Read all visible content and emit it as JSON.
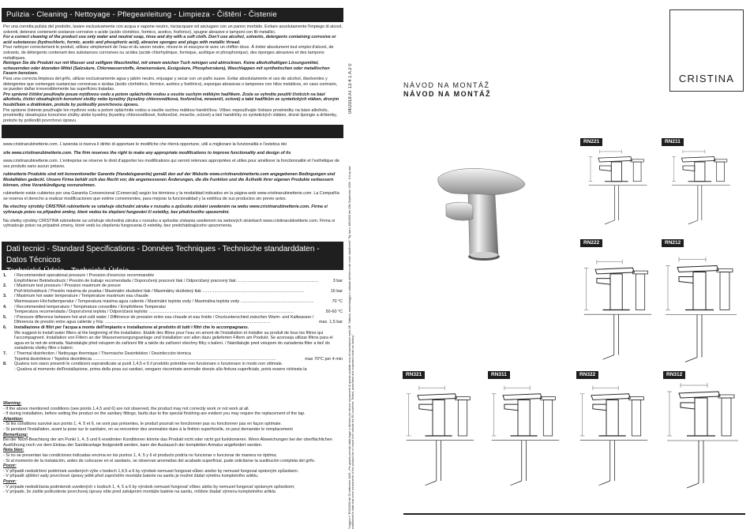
{
  "sections": {
    "cleaning_header": "Pulizia - Cleaning - Nettoyage - Pflegeanleitung - Limpieza - Čištění - Čistenie",
    "tech_header_line1": "Dati tecnici - Standard Specifications - Données Techniques - Technische standarddaten - Datos Técnicos",
    "tech_header_line2": "Technické Údaje - Technické Údaje"
  },
  "cleaning": [
    {
      "style": "n",
      "text": "Per una corretta pulizia del prodotto, lavare esclusivamente con acqua e sapone neutro, risciacquare ed asciugare con un panno morbido. Evitare assolutamente l'impiego di alcool, solventi, detersivi contenenti sostanze corrosive o acide (acido cloridrico, formico, acetico, fosforico), spugne abrasive e tamponi con fili metallici."
    },
    {
      "style": "bi",
      "text": "For a correct cleaning of the product use only water and neutral soap, rinse and dry with a soft cloth. Don't use alcohol, solvents, detergents containing corrosive or acid substances (hydrochloric, formic, acetic and phosphoric acid), abrasive sponges and plugs with metallic thread."
    },
    {
      "style": "n",
      "text": "Pour nettoyer correctement le produit, utilisez simplement de l'eau et du savon neutre, rincez-le et essuyez-le avec un chiffon doux. À éviter absolument tout emploi d'alcool, de solvants, de détergents contenant des substances corrosives ou acides (acide chlorhydrique, formique, acétique et phosphorique), des éponges abrasives et des tampons métalliques."
    },
    {
      "style": "bi",
      "text": "Reinigen Sie die Produkt nur mit Wasser und seifigem Waschmittel, mit einem weichen Tuch reinigen und abtrocknen. Keine alkoholhaltigen Lösungsmittel, scheuernden oder ätzenden Mittel (Salzsäure, Chlorwasserstoffe, Ameisensäure, Essigsäure, Phosphorsäure), Waschlappen mit synthetischen oder metallischen Fasern benutzen."
    },
    {
      "style": "n",
      "text": "Para una correcta limpieza del grifo, utilizar exclusivamente agua y jabón neutro, enjuagar y secar con un paño suave. Evitar absolutamente el uso de alcohol, disolventes y detergentes que contengan sustancias corrosivas o ácidas (ácido clorhídrico, fórmico, acético y fosfórico), esponjas abrasivas o tampones con hilos metálicos, en caso contrario, se pueden dañar irreversiblemente las superficies tratadas."
    },
    {
      "style": "bi",
      "text": "Pro správné čištění používejte pouze mýdlovou vodu a potom opláchněte vodou a osušte suchým měkkým hadříkem. Zcela se vyhněte použití čisticích na bázi alkoholu, čisticí obsahujících korozivní složky nebo kyseliny (kyseliny chlorovodíková, fosforečná, mravenčí, octové) a také hadříkům ze syntetických vláken, drsným houbičkám a drátěnkám, protože by poškodily povrchovou úpravu."
    },
    {
      "style": "n",
      "text": "Pre správne čistenie používajte len mydlovú vodu a potom opláchnite vodou a osušte suchou mäkkou handričkou. Vôbec nepoužívajte čistiace prostriedky na báze alkoholu, prostriedky obsahujúce korozívne zložky alebo kyseliny (kyseliny chlorovodíkové, fosforečné, mravčie, octové) a tiež handričky zo syntetických vlákien, drsné špongie a drôtenky, pretože by poškodili povrchovú úpravu."
    }
  ],
  "warranty": [
    {
      "style": "n",
      "text": "www.cristinarubinetterie.com. L'azienda si riserva il diritto di apportare le modifiche che riterrà opportune, utili a migliorare la funzionalità e l'estetica dei"
    },
    {
      "style": "bi",
      "text": "site www.cristinarubinetterie.com. The firm reserves the right to make any appropriate modifications to improve functionality and design of its"
    },
    {
      "style": "n",
      "text": "www.cristinarubinetterie.com. L'entreprise se réserve le droit d'apporter les modifications qui seront retenues appropriées et utiles pour améliorer la fonctionnalité et l'esthétique de ses produits sans aucun préavis."
    },
    {
      "style": "bi",
      "text": "rubinetterie Produkte sind mit konventioneller Garantie (Handelsgarantie) gemäß den auf der Website www.cristinarubinetterie.com angegebenen Bedingungen und Modalitäten gedeckt. Unsere Firma behält sich das Recht vor, die angemessenen Änderungen, die die Funktion und die Ästhetik ihrer eigenen Produkte verbessern können, ohne Vorankündigung vorzunehmen."
    },
    {
      "style": "n",
      "text": "rubinetterie están cubiertos por una Garantía Convencional (Comercial) según los términos y la modalidad indicados en la página web www.cristinarubinetterie.com. La Compañía se reserva el derecho a realizar modificaciones que estime convenientes, para mejorar la funcionalidad y la estética de sus productos sin previo aviso."
    },
    {
      "style": "bi",
      "text": "Na všechny výrobky CRISTINA rubinetterie se vztahuje obchodní záruka v rozsahu a způsobu získání uvedeném na webu www.cristinarubinetterie.com. Firma si vyhrazuje právo na případné změny, které vedou ke zlepšení fungování či estetiky, bez předchozího upozornění."
    },
    {
      "style": "n",
      "text": "Na všetky výrobky CRISTINA rubinetterie sa vzťahuje obchodná záruka v rozsahu a spôsobe získania uvedenom na webových stránkach www.cristinarubinetterie.com. Firma si vyhradzuje právo na prípadné zmeny, ktoré vedú ku zlepšeniu fungovania či estetiky, bez predchádzajúceho upozornenia."
    }
  ],
  "specs": [
    {
      "num": "1.",
      "text": "/ Recommended operational pressure / Pression d'exercice recommandée",
      "line2": "Empfohlener Betriebsdruck / Presión de trabajo recomendada / Doporučený pracovní tlak / Odporúčaný pracovný tlak: ....................................................................",
      "value": "3 bar"
    },
    {
      "num": "2.",
      "text": "/ Maximum test pressure / Pression maximum de preuve",
      "line2": "Prüf-Höchstdruck / Presión máxima de prueba / Maximální zkušební tlak / Maximálny skúšobný tlak ......................................................................................",
      "value": "16 bar"
    },
    {
      "num": "3.",
      "text": "/ Maximum hot water temperature / Température maximum eau chaude",
      "line2": "Warmwasser-Höchsttemperatur / Temperatura máxima agua caliente / Maximální teplota vody / Maximálna teplota vody ..............................................................",
      "value": "70 °C"
    },
    {
      "num": "4.",
      "text": "/ Recommended temperature / Température conseillée / Empfohlene Temperatur",
      "line2": "Temperatura recomendada / Doporučená teplota / Odporúčaná teplota: ..........................................................................................................................",
      "value": "50-60 °C"
    },
    {
      "num": "5.",
      "text": "/ Pressure difference between hot and cold water / Différence de pression entre eau chaude et eau froide / Druckunterschied zwischen Warm- und Kaltwasser /",
      "line2": "Diferencia de presión entre agua caliente y fría: ............................................................................................................................................",
      "value": "max. 1,5 bar"
    },
    {
      "num": "6.",
      "text": "Installazione di filtri per l'acqua a monte dell'impianto e installazione al prodotto di tutti i filtri che lo accompagnano.",
      "line2": "We suggest to install water filters at the beginning of the installation. Etablir des filtres pour l'eau en amont de l'installation et installer au produit de tous les filtres qui l'accompagnent. Installation von Filtern an der Wasserversorgungsanlage und Installation von allen dazu gelieferten Filtern am Produkt. Se aconseja utilizar filtros para el agua en la red de entrada. Nainstalujte před vstupem do zařízení filtr a takže do zařízení všechny filtry s balení. / Nainštalujte pred vstupom do zariadenia filter a tiež do zariadenia všetky filtre v balení.",
      "value": ""
    },
    {
      "num": "7.",
      "text": "/ Thermal disinfection / Nettoyage thermique / Thermische Desinfektion / Desinfección térmica",
      "line2": "Tepelná dezinfekce / Tepelná dezinfekcia ...........................................................................................................................................................",
      "value": "max 70°C per 4 min"
    },
    {
      "num": "8.",
      "text": "Qualora non siano presenti le condizioni sopraindicate ai punti 1,4,5 e 6 il prodotto potrebbe non funzionare o funzionare in modo non ottimale.",
      "line2": "- Qualora al momento dell'installazione, prima della posa sui sanitari, vengano riscontrate anomalie dovute alla finitura superficiale, potrà essere richiesta la",
      "value": ""
    }
  ],
  "notes": [
    {
      "style": "bu",
      "text": "Warning:"
    },
    {
      "style": "n",
      "text": "- If the above mentioned conditions (see points 1,4,5 and 6) are not observed, the product may not correctly work or not work at all."
    },
    {
      "style": "n",
      "text": "- If during installation, before setting the product on the sanitary fittings, faults due to the special finishing are evident you may require the replacement of the tap."
    },
    {
      "style": "bu",
      "text": "Attention:"
    },
    {
      "style": "n",
      "text": "- Si les conditions susvisé aux points 1, 4, 5 et 6, ne sont pas présentes, le produit pourrait ne fonctionner pas ou fonctionner pas en façon optimale."
    },
    {
      "style": "n",
      "text": "- Si pendant l'installation, avant la pose sur le sanitaire, on va rencontrer des anomalies dues à la finition superficielle, on peut demander le remplacement"
    },
    {
      "style": "bu",
      "text": "Bemerkung:"
    },
    {
      "style": "n",
      "text": "Bei der Nicht-Beachtung der am Punkt 1, 4, 5 und 6 erwähnten Konditionen könnte das Produkt nicht oder nicht gut funktionieren. Wenn Abweichungen bei der oberflächlichen Ausführung noch vor dem Einbau der Sanitäranlage festgestellt werden, kann der Austausch der kompletten Armatur angefordert werden."
    },
    {
      "style": "bu",
      "text": "Nota bien:"
    },
    {
      "style": "n",
      "text": "- Si no se presentan las condiciones indicadas encima en los puntos 1, 4, 5 y 6 el producto podría no funcionar o funcionar de manera no óptima;"
    },
    {
      "style": "n",
      "text": "- Si al momento de la instalación, antes de colocarse en el sanitario, se observan anomalías del acabado superficial, pude solicitarse la sustitución completa del grifo."
    },
    {
      "style": "bu",
      "text": "Pozor:"
    },
    {
      "style": "n",
      "text": "- V případě nedodržení podmínek uvedených výše v bodech 1,4,5 a 6 by výrobek nemusel fungovat vůbec anebo by nemusel fungovat správným způsobem."
    },
    {
      "style": "n",
      "text": "- V případě zjištění vady povrchové úpravy ještě před započetím montáže baterie na sanitu je možné žádat výměnu kompletního artiklu."
    },
    {
      "style": "bu",
      "text": "Pozor:"
    },
    {
      "style": "n",
      "text": "- V prípade nedodržania podmienok uvedených v bodoch 1, 4, 5 a 6 by výrobok nemusel fungovať vôbec alebo by nemusel fungovať správnym spôsobom;"
    },
    {
      "style": "n",
      "text": "- V prípade, že zistíte poškodenie povrchovej úpravy ešte pred zahájením montáže batérie na sanitu, môžete žiadať výmenu kompletného artikla"
    }
  ],
  "side": {
    "code": "04/2018 AT 13 4 1 A 2 0",
    "legal": "\"Leggere il 'RSG2009 del 25 settembre 2009 - Per quanto previsto dalla legge si dichiara che alcune componenti di questo prodotto sono di importazione extra UE. Tuttavia, assemblaggio e collaudo all'interno dei nostri stabilimenti\" \"By law n 166/2009 del 25th September 2009 - It is by law established to state that some components of this product are of import from outside the EU countries. Tested, assembled and inspected inside our factory.\""
  },
  "brand": {
    "logo_text": "CRISTINA",
    "title_regular": "NÁVOD NA MONTÁŽ",
    "title_bold": "NÁVOD NA MONTÁŽ"
  },
  "models": [
    {
      "code": "RN221"
    },
    {
      "code": "RN211"
    },
    {
      "code": "RN222"
    },
    {
      "code": "RN212"
    },
    {
      "code": "RN321"
    },
    {
      "code": "RN311"
    },
    {
      "code": "RN322"
    },
    {
      "code": "RN312"
    }
  ]
}
